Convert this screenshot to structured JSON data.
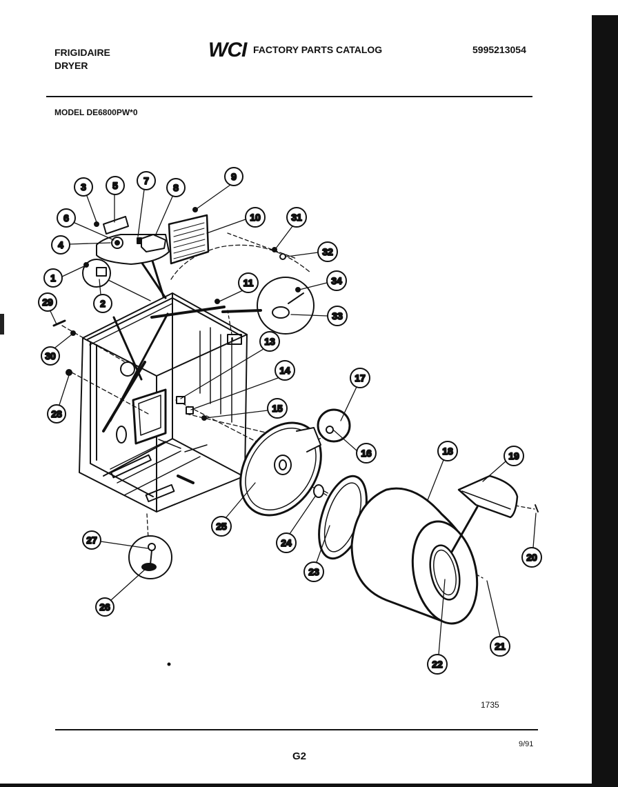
{
  "header": {
    "brand_line1": "FRIGIDAIRE",
    "brand_line2": "DRYER",
    "logo_text": "WCI",
    "catalog_title": "FACTORY PARTS CATALOG",
    "catalog_number": "5995213054",
    "model": "MODEL DE6800PW*0"
  },
  "footer": {
    "figure_number": "1735",
    "page": "G2",
    "date": "9/91"
  },
  "callouts": [
    "1",
    "2",
    "3",
    "4",
    "5",
    "6",
    "7",
    "8",
    "9",
    "10",
    "11",
    "13",
    "14",
    "15",
    "16",
    "17",
    "18",
    "19",
    "20",
    "21",
    "22",
    "23",
    "24",
    "25",
    "26",
    "27",
    "28",
    "29",
    "30",
    "31",
    "32",
    "33",
    "34"
  ],
  "colors": {
    "ink": "#111111",
    "paper": "#ffffff"
  }
}
